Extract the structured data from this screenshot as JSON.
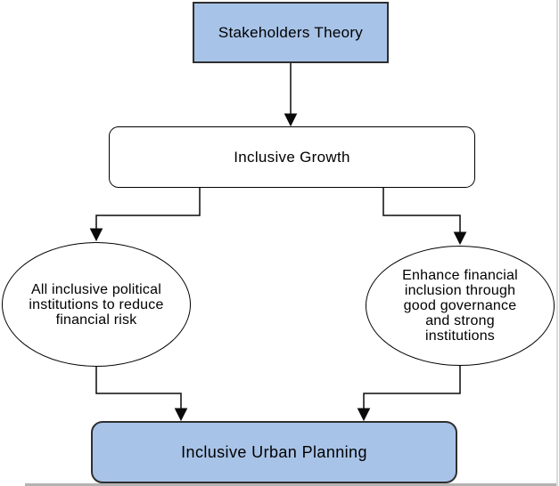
{
  "diagram": {
    "type": "flowchart",
    "title": "Stakeholders Theory flowchart",
    "nodes": {
      "stakeholders_theory": {
        "label": "Stakeholders Theory",
        "shape": "rectangle",
        "fill": "#a8c3e8",
        "border": "#2f2f2f"
      },
      "inclusive_growth": {
        "label": "Inclusive Growth",
        "shape": "rounded-rectangle",
        "fill": "#ffffff",
        "border": "#000000"
      },
      "political_institutions": {
        "label": "All inclusive political\ninstitutions to reduce\nfinancial risk",
        "shape": "ellipse",
        "fill": "#ffffff",
        "border": "#000000"
      },
      "financial_inclusion": {
        "label": "Enhance financial\ninclusion through\ngood governance\nand strong\ninstitutions",
        "shape": "ellipse",
        "fill": "#ffffff",
        "border": "#000000"
      },
      "inclusive_urban_planning": {
        "label": "Inclusive Urban Planning",
        "shape": "rounded-rectangle",
        "fill": "#a8c3e8",
        "border": "#2f2f2f"
      }
    },
    "edges": [
      {
        "from": "stakeholders_theory",
        "to": "inclusive_growth",
        "style": "arrow"
      },
      {
        "from": "inclusive_growth",
        "to": "political_institutions",
        "style": "elbow-arrow"
      },
      {
        "from": "inclusive_growth",
        "to": "financial_inclusion",
        "style": "elbow-arrow"
      },
      {
        "from": "political_institutions",
        "to": "inclusive_urban_planning",
        "style": "elbow-arrow"
      },
      {
        "from": "financial_inclusion",
        "to": "inclusive_urban_planning",
        "style": "elbow-arrow"
      }
    ],
    "colors": {
      "node_blue": "#a8c3e8",
      "node_white": "#ffffff",
      "line_black": "#0a0a0a",
      "background": "#ffffff"
    }
  }
}
